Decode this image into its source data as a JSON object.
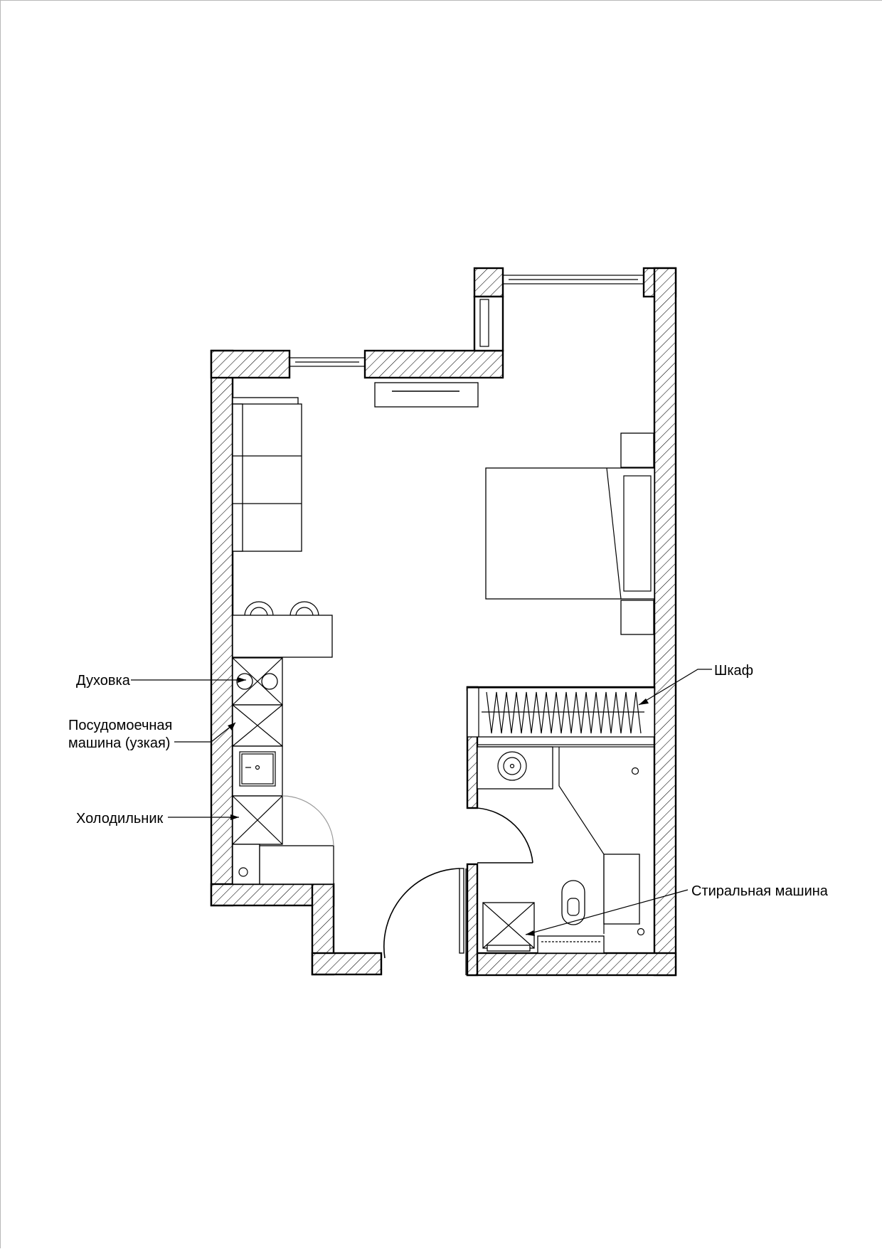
{
  "labels": {
    "oven": "Духовка",
    "dishwasher_line1": "Посудомоечная",
    "dishwasher_line2": "машина (узкая)",
    "fridge": "Холодильник",
    "wardrobe": "Шкаф",
    "washing_machine": "Стиральная машина"
  }
}
